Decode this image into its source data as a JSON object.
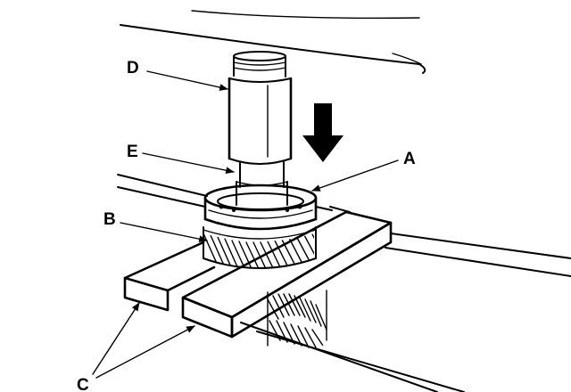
{
  "diagram": {
    "labels": {
      "a": "A",
      "b": "B",
      "c": "C",
      "d": "D",
      "e": "E"
    },
    "colors": {
      "line": "#000000",
      "background": "#ffffff"
    },
    "icons": {
      "press_direction": "down-arrow-icon"
    }
  }
}
